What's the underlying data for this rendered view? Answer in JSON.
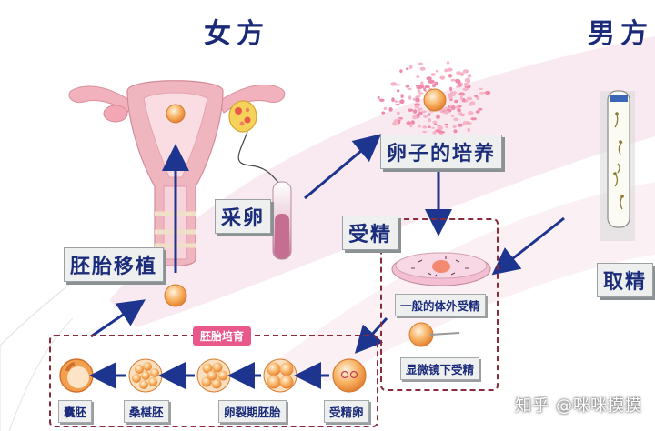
{
  "titles": {
    "female": "女方",
    "male": "男方"
  },
  "labels": {
    "egg_retrieval": "采卵",
    "egg_culture": "卵子的培养",
    "fertilization": "受精",
    "sperm_collection": "取精",
    "embryo_transfer": "胚胎移植",
    "ivf_standard": "一般的体外受精",
    "icsi": "显微镜下受精",
    "embryo_culture": "胚胎培育",
    "stage_fertilized_egg": "受精卵",
    "stage_cleavage": "卵裂期胚胎",
    "stage_morula": "桑椹胚",
    "stage_blastocyst": "囊胚"
  },
  "watermark": "知乎 @咪咪摸摸",
  "colors": {
    "title": "#1a2a78",
    "arrow": "#1e3590",
    "dashed_border": "#8a2a3a",
    "badge": "#e8588a",
    "uterus": "#f0b6c0",
    "embryo": "#f39a3c"
  }
}
